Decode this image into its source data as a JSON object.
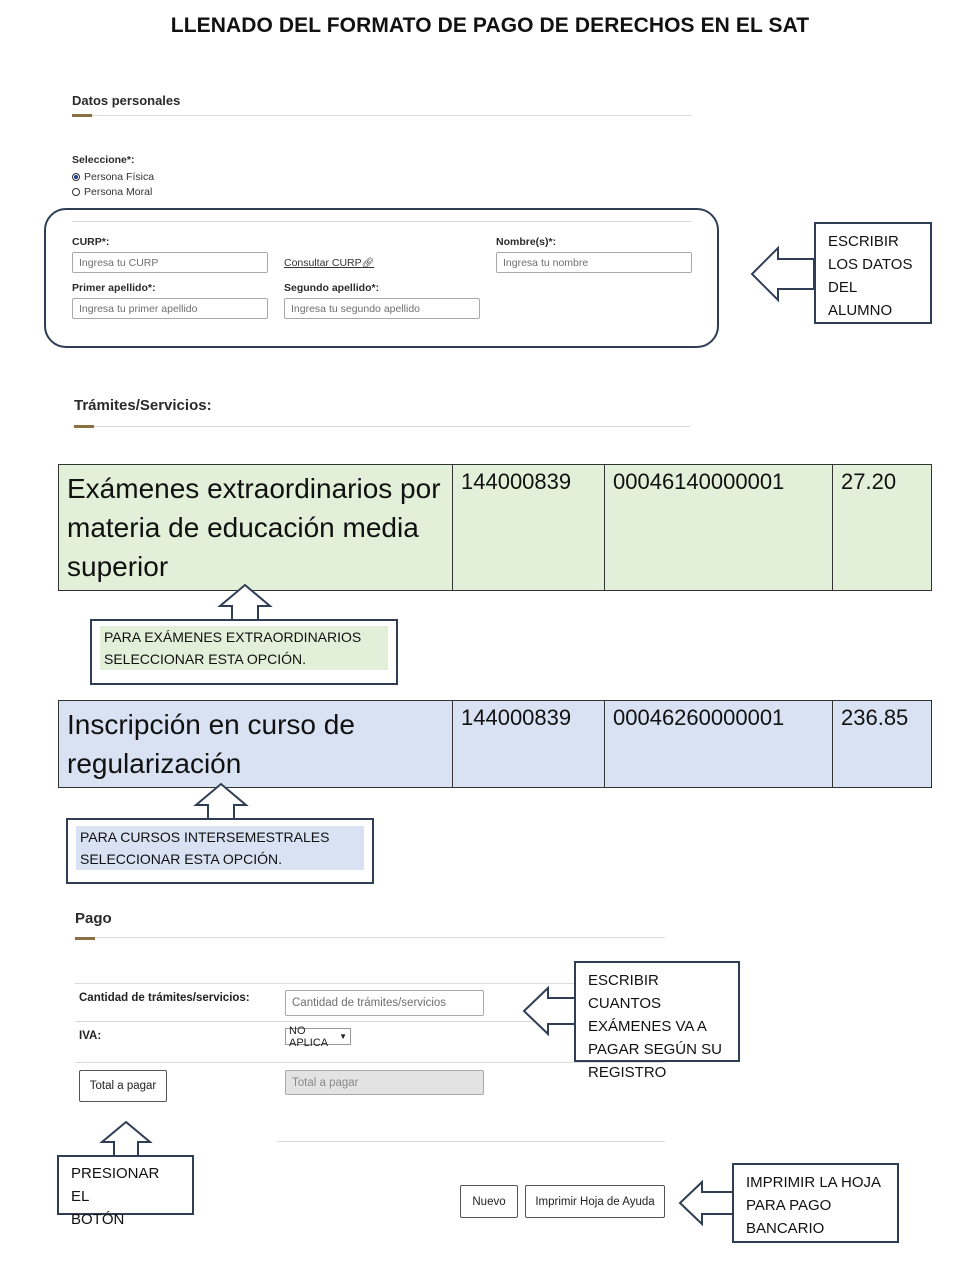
{
  "title": "LLENADO DEL FORMATO DE PAGO DE DERECHOS EN EL SAT",
  "personal": {
    "section_title": "Datos personales",
    "select_label": "Seleccione*:",
    "options": [
      "Persona Física",
      "Persona Moral"
    ],
    "curp_label": "CURP*:",
    "curp_placeholder": "Ingresa tu CURP",
    "consult_curp": "Consultar CURP",
    "nombre_label": "Nombre(s)*:",
    "nombre_placeholder": "Ingresa tu nombre",
    "primer_label": "Primer apellido*:",
    "primer_placeholder": "Ingresa tu primer apellido",
    "segundo_label": "Segundo apellido*:",
    "segundo_placeholder": "Ingresa tu segundo apellido"
  },
  "callouts": {
    "datos_alumno": [
      "ESCRIBIR",
      "LOS DATOS",
      "DEL",
      "ALUMNO"
    ],
    "examenes": [
      "PARA EXÁMENES EXTRAORDINARIOS",
      "SELECCIONAR ESTA OPCIÓN."
    ],
    "cursos": [
      "PARA CURSOS INTERSEMESTRALES",
      "SELECCIONAR ESTA OPCIÓN."
    ],
    "cuantos": [
      "ESCRIBIR CUANTOS",
      "EXÁMENES VA A",
      "PAGAR SEGÚN SU",
      "REGISTRO"
    ],
    "presionar": [
      "PRESIONAR EL",
      "BOTÓN"
    ],
    "imprimir": [
      "IMPRIMIR LA HOJA",
      "PARA PAGO",
      "BANCARIO"
    ]
  },
  "tramites": {
    "section_title": "Trámites/Servicios:",
    "rows": [
      {
        "desc": "Exámenes extraordinarios por materia de educación media superior",
        "clave": "144000839",
        "ref": "00046140000001",
        "monto": "27.20"
      },
      {
        "desc": "Inscripción en curso de regularización",
        "clave": "144000839",
        "ref": "00046260000001",
        "monto": "236.85"
      }
    ]
  },
  "pago": {
    "section_title": "Pago",
    "cantidad_label": "Cantidad de trámites/servicios:",
    "cantidad_placeholder": "Cantidad de trámites/servicios",
    "iva_label": "IVA:",
    "iva_value": "NO APLICA",
    "total_button": "Total a pagar",
    "total_placeholder": "Total a pagar",
    "nuevo_button": "Nuevo",
    "imprimir_button": "Imprimir Hoja de Ayuda"
  },
  "colors": {
    "accent": "#8a7043",
    "box_border": "#2f3d55",
    "green_highlight": "#e2efd9",
    "blue_highlight": "#d9e2f3"
  }
}
